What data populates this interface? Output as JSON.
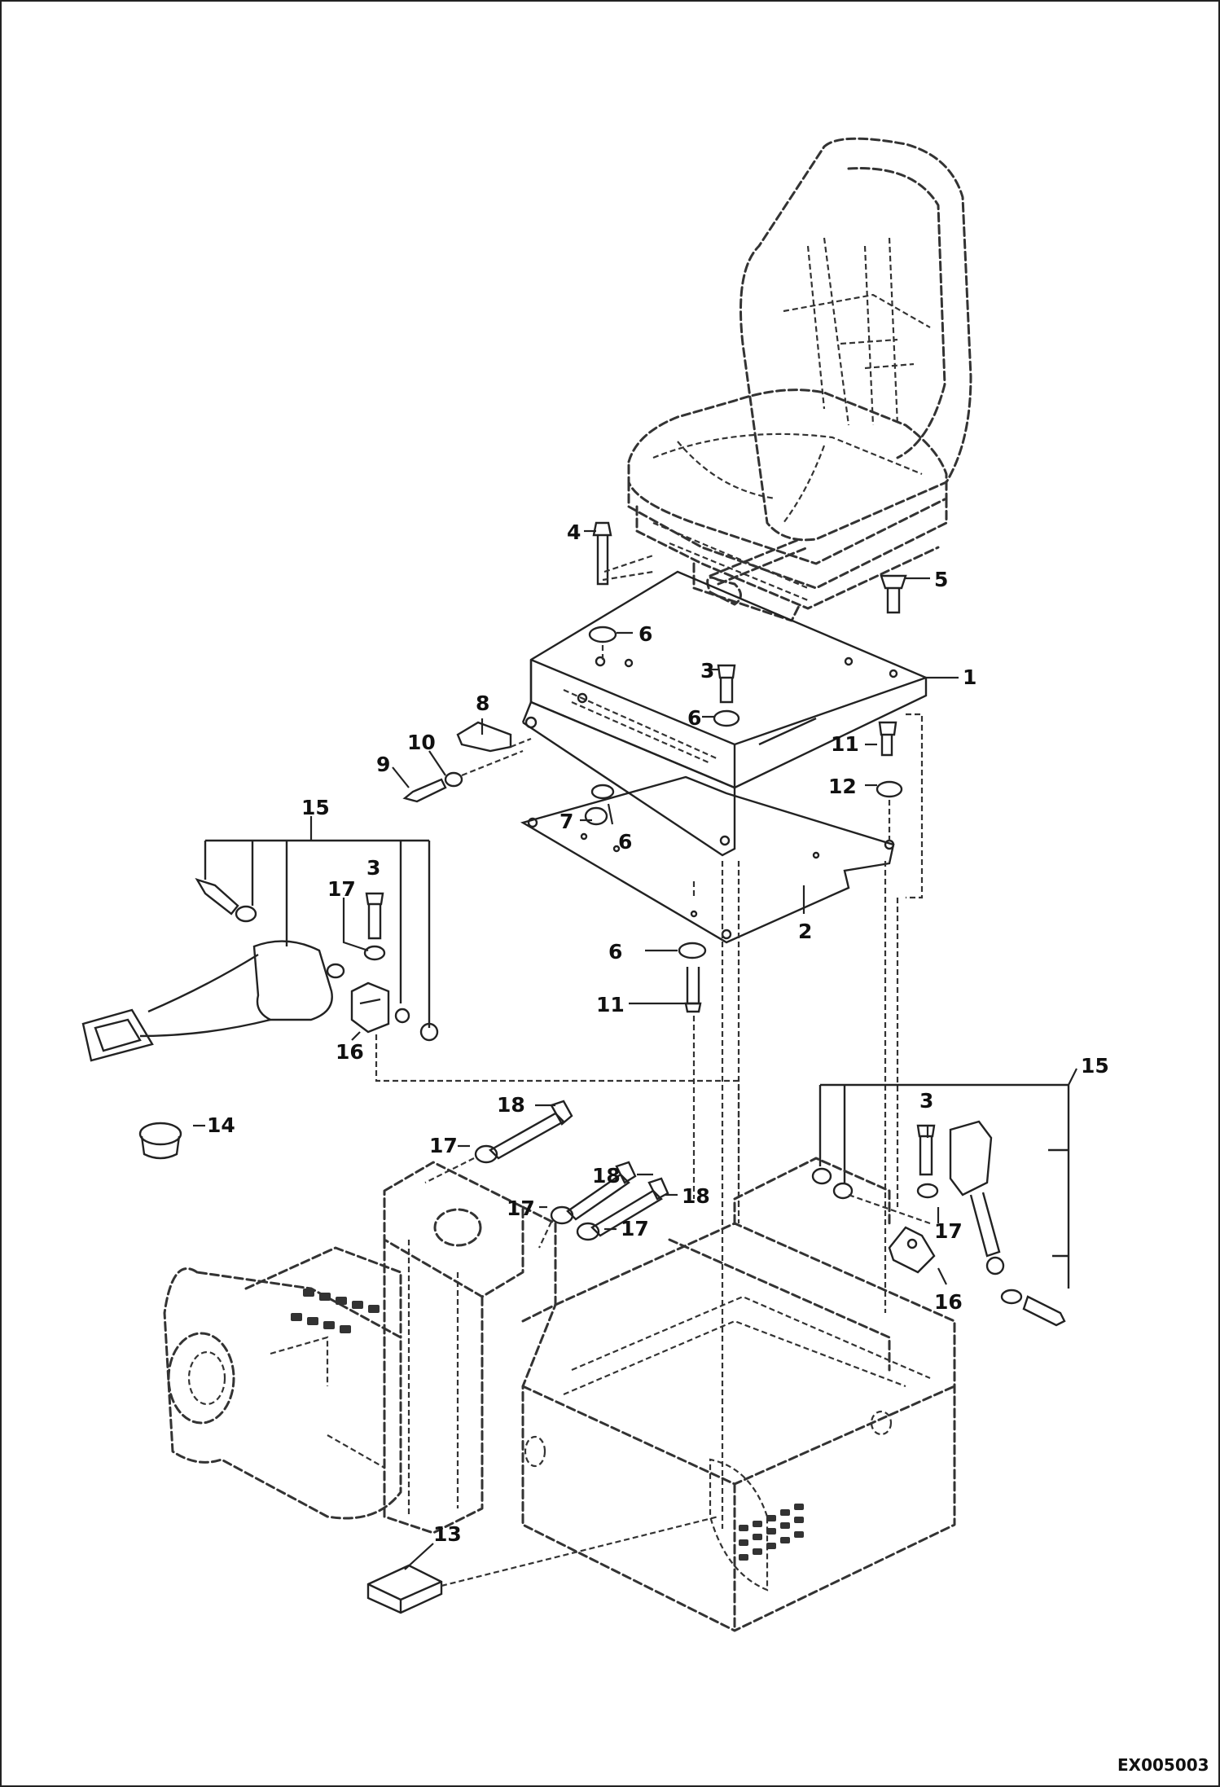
{
  "drawing_code": "EX005003",
  "callouts": {
    "c1": "1",
    "c2": "2",
    "c3a": "3",
    "c3b": "3",
    "c3c": "3",
    "c4": "4",
    "c5": "5",
    "c6a": "6",
    "c6b": "6",
    "c6c": "6",
    "c6d": "6",
    "c7": "7",
    "c8": "8",
    "c9": "9",
    "c10": "10",
    "c11a": "11",
    "c11b": "11",
    "c12": "12",
    "c13": "13",
    "c14": "14",
    "c15a": "15",
    "c15b": "15",
    "c16a": "16",
    "c16b": "16",
    "c17a": "17",
    "c17b": "17",
    "c17c": "17",
    "c17d": "17",
    "c17e": "17",
    "c18a": "18",
    "c18b": "18",
    "c18c": "18"
  }
}
